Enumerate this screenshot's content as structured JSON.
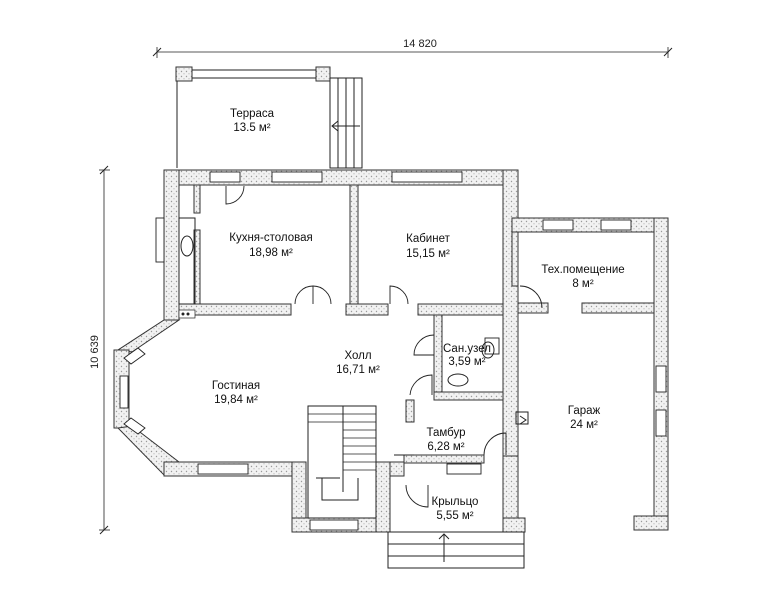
{
  "dimensions": {
    "width": "14 820",
    "height": "10 639"
  },
  "rooms": [
    {
      "name": "Терраса",
      "area": "13.5 м²"
    },
    {
      "name": "Кухня-столовая",
      "area": "18,98 м²"
    },
    {
      "name": "Кабинет",
      "area": "15,15 м²"
    },
    {
      "name": "Тех.помещение",
      "area": "8 м²"
    },
    {
      "name": "Сан.узел",
      "area": "3,59 м²"
    },
    {
      "name": "Холл",
      "area": "16,71 м²"
    },
    {
      "name": "Гостиная",
      "area": "19,84 м²"
    },
    {
      "name": "Гараж",
      "area": "24 м²"
    },
    {
      "name": "Тамбур",
      "area": "6,28 м²"
    },
    {
      "name": "Крыльцо",
      "area": "5,55 м²"
    }
  ]
}
